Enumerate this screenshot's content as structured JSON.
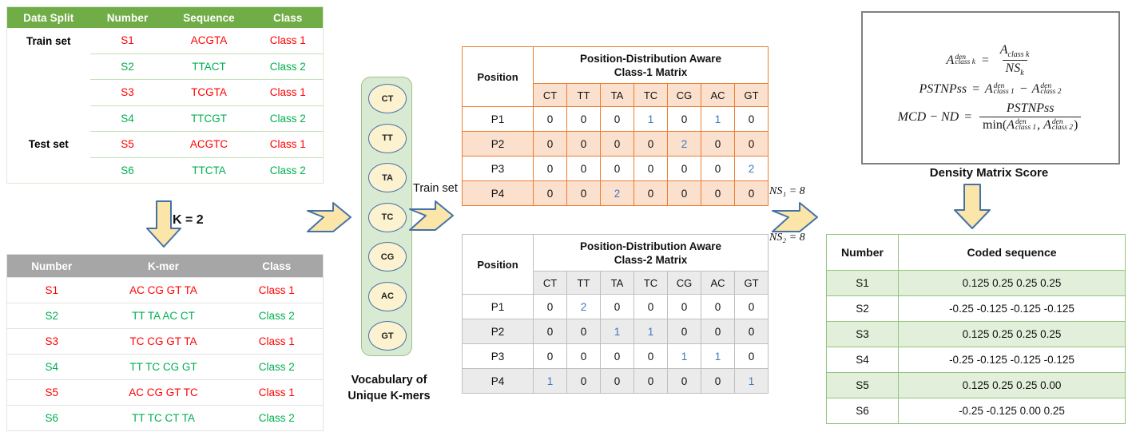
{
  "split_table": {
    "headers": [
      "Data Split",
      "Number",
      "Sequence",
      "Class"
    ],
    "rows": [
      {
        "split": "Train set",
        "number": "S1",
        "sequence": "ACGTA",
        "class": "Class 1",
        "cls": 1
      },
      {
        "split": "",
        "number": "S2",
        "sequence": "TTACT",
        "class": "Class 2",
        "cls": 2
      },
      {
        "split": "",
        "number": "S3",
        "sequence": "TCGTA",
        "class": "Class 1",
        "cls": 1
      },
      {
        "split": "",
        "number": "S4",
        "sequence": "TTCGT",
        "class": "Class 2",
        "cls": 2
      },
      {
        "split": "Test set",
        "number": "S5",
        "sequence": "ACGTC",
        "class": "Class 1",
        "cls": 1
      },
      {
        "split": "",
        "number": "S6",
        "sequence": "TTCTA",
        "class": "Class 2",
        "cls": 2
      }
    ]
  },
  "k_arrow_label": "K = 2",
  "kmer_table": {
    "headers": [
      "Number",
      "K-mer",
      "Class"
    ],
    "rows": [
      {
        "number": "S1",
        "kmer": "AC CG GT TA",
        "class": "Class 1",
        "cls": 1
      },
      {
        "number": "S2",
        "kmer": "TT TA AC CT",
        "class": "Class 2",
        "cls": 2
      },
      {
        "number": "S3",
        "kmer": "TC CG GT TA",
        "class": "Class 1",
        "cls": 1
      },
      {
        "number": "S4",
        "kmer": "TT TC CG GT",
        "class": "Class 2",
        "cls": 2
      },
      {
        "number": "S5",
        "kmer": "AC CG GT TC",
        "class": "Class 1",
        "cls": 1
      },
      {
        "number": "S6",
        "kmer": "TT TC CT TA",
        "class": "Class 2",
        "cls": 2
      }
    ]
  },
  "vocabulary": {
    "title_line1": "Vocabulary of",
    "title_line2": "Unique K-mers",
    "kmers": [
      "CT",
      "TT",
      "TA",
      "TC",
      "CG",
      "AC",
      "GT"
    ]
  },
  "train_set_label": "Train set",
  "matrix1": {
    "position_header": "Position",
    "title_line1": "Position-Distribution  Aware",
    "title_line2": "Class-1  Matrix",
    "columns": [
      "CT",
      "TT",
      "TA",
      "TC",
      "CG",
      "AC",
      "GT"
    ],
    "rows": [
      {
        "position": "P1",
        "values": [
          0,
          0,
          0,
          1,
          0,
          1,
          0
        ]
      },
      {
        "position": "P2",
        "values": [
          0,
          0,
          0,
          0,
          2,
          0,
          0
        ]
      },
      {
        "position": "P3",
        "values": [
          0,
          0,
          0,
          0,
          0,
          0,
          2
        ]
      },
      {
        "position": "P4",
        "values": [
          0,
          0,
          2,
          0,
          0,
          0,
          0
        ]
      }
    ]
  },
  "matrix2": {
    "position_header": "Position",
    "title_line1": "Position-Distribution  Aware",
    "title_line2": "Class-2  Matrix",
    "columns": [
      "CT",
      "TT",
      "TA",
      "TC",
      "CG",
      "AC",
      "GT"
    ],
    "rows": [
      {
        "position": "P1",
        "values": [
          0,
          2,
          0,
          0,
          0,
          0,
          0
        ]
      },
      {
        "position": "P2",
        "values": [
          0,
          0,
          1,
          1,
          0,
          0,
          0
        ]
      },
      {
        "position": "P3",
        "values": [
          0,
          0,
          0,
          0,
          1,
          1,
          0
        ]
      },
      {
        "position": "P4",
        "values": [
          1,
          0,
          0,
          0,
          0,
          0,
          1
        ]
      }
    ]
  },
  "ns_labels": {
    "ns1": "NS₁ = 8",
    "ns2": "NS₂ = 8"
  },
  "formula": {
    "line1": "A^den_class k = A_class k / NS_k",
    "line2": "PSTNPss = A^den_class 1 − A^den_class 2",
    "line3": "MCD − ND = PSTNPss / min(A^den_class 1, A^den_class 2)",
    "density_label": "Density Matrix Score"
  },
  "coded_table": {
    "headers": [
      "Number",
      "Coded sequence"
    ],
    "rows": [
      {
        "number": "S1",
        "coded": "0.125 0.25 0.25 0.25"
      },
      {
        "number": "S2",
        "coded": "-0.25 -0.125 -0.125 -0.125"
      },
      {
        "number": "S3",
        "coded": "0.125 0.25 0.25 0.25"
      },
      {
        "number": "S4",
        "coded": "-0.25 -0.125 -0.125 -0.125"
      },
      {
        "number": "S5",
        "coded": "0.125 0.25 0.25 0.00"
      },
      {
        "number": "S6",
        "coded": "-0.25 -0.125 0.00 0.25"
      }
    ]
  },
  "colors": {
    "green_header": "#70ad47",
    "gray_header": "#a6a6a6",
    "orange": "#ed7d31",
    "gray_border": "#bfbfbf",
    "class1_red": "#ff0000",
    "class2_green": "#00b050",
    "count_blue": "#3a79bd",
    "arrow_fill": "#fce5a8",
    "arrow_stroke": "#4472a8",
    "vocab_bg": "#d9ead3"
  }
}
